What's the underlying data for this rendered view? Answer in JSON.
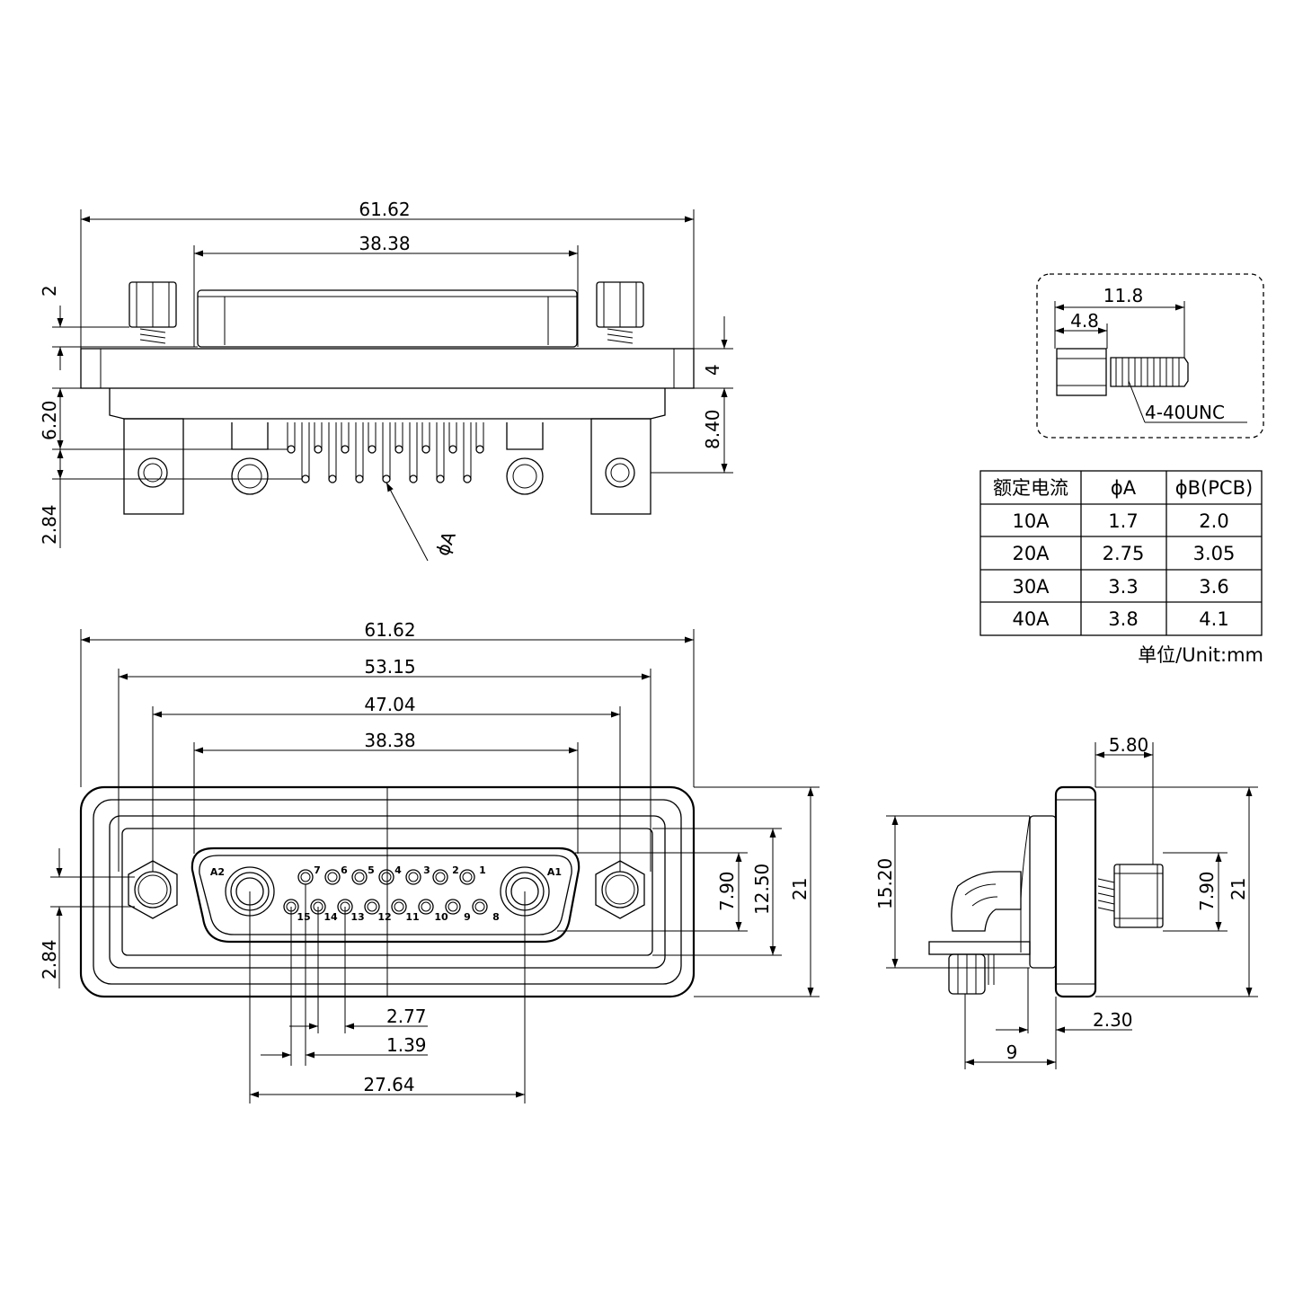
{
  "top_view": {
    "overall_width": "61.62",
    "shell_width": "38.38",
    "screw_height": "2",
    "flange_thickness": "4",
    "pin_offset": "6.20",
    "body_depth": "8.40",
    "mount_offset": "2.84",
    "pin_diameter_label": "ϕA"
  },
  "front_view": {
    "overall_width": "61.62",
    "mount_hole_spacing": "53.15",
    "inner_width": "47.04",
    "shell_width": "38.38",
    "row_spacing": "7.90",
    "shell_height": "12.50",
    "overall_height": "21",
    "mount_offset": "2.84",
    "pin_pitch": "2.77",
    "row_offset": "1.39",
    "coax_spacing": "27.64",
    "pin_labels_top": [
      "A2",
      "7",
      "6",
      "5",
      "4",
      "3",
      "2",
      "1",
      "A1"
    ],
    "pin_labels_bottom": [
      "15",
      "14",
      "13",
      "12",
      "11",
      "10",
      "9",
      "8"
    ]
  },
  "side_view": {
    "screw_length": "5.80",
    "body_height": "15.20",
    "row_spacing": "7.90",
    "overall_height": "21",
    "flange_offset": "2.30",
    "depth": "9"
  },
  "screw_detail": {
    "total_length": "11.8",
    "hex_length": "4.8",
    "thread": "4-40UNC"
  },
  "rating_table": {
    "headers": [
      "额定电流",
      "ϕA",
      "ϕB(PCB)"
    ],
    "rows": [
      [
        "10A",
        "1.7",
        "2.0"
      ],
      [
        "20A",
        "2.75",
        "3.05"
      ],
      [
        "30A",
        "3.3",
        "3.6"
      ],
      [
        "40A",
        "3.8",
        "4.1"
      ]
    ],
    "unit_note": "单位/Unit:mm"
  }
}
